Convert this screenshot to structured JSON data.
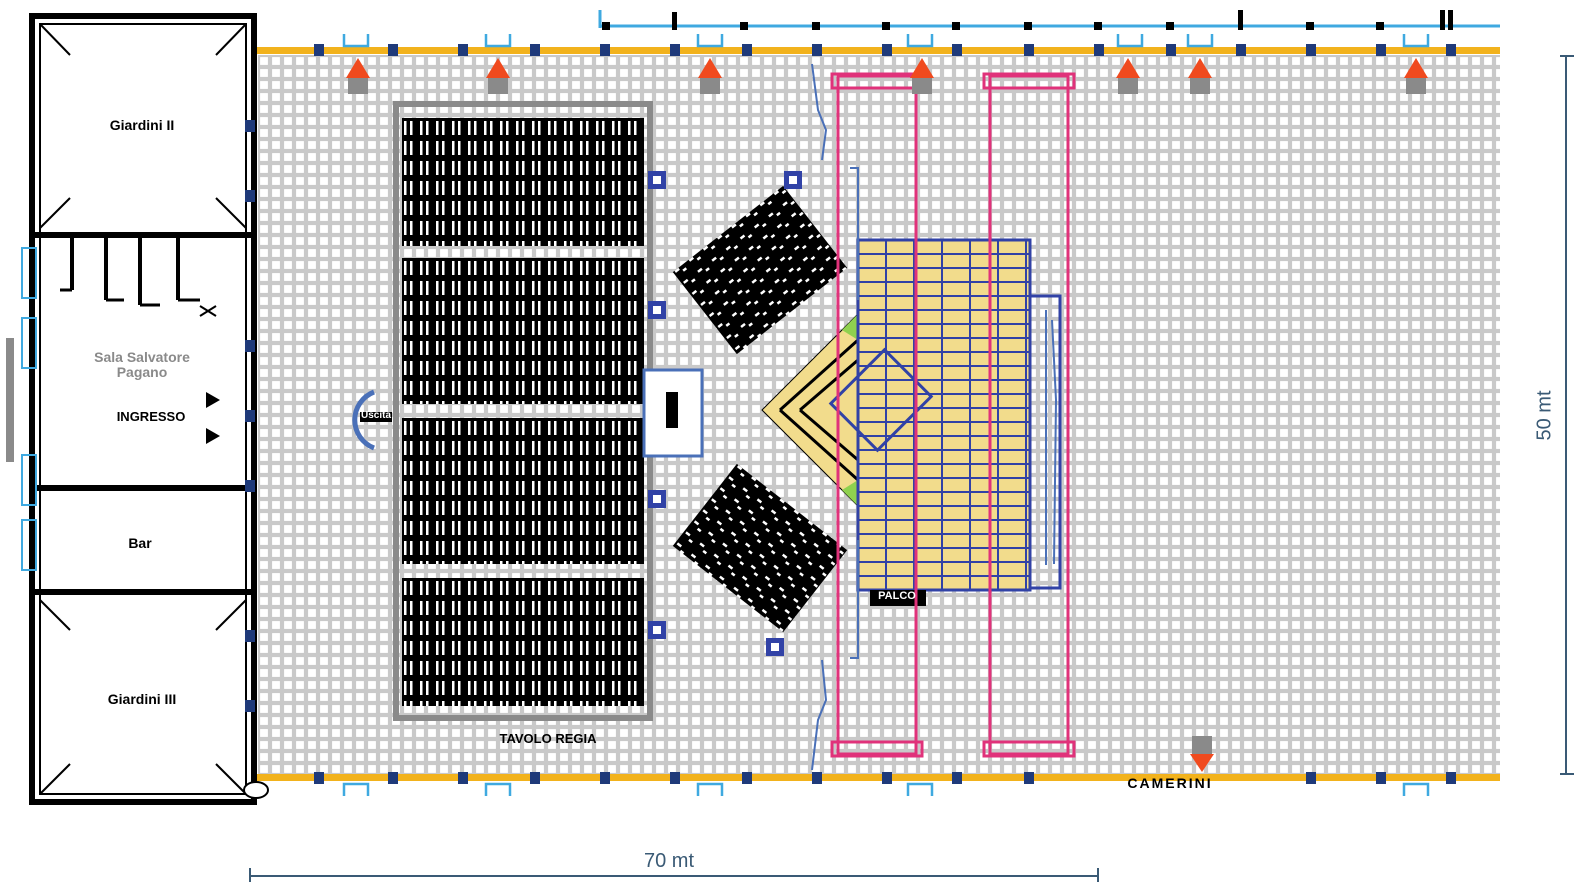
{
  "rooms": {
    "top_left": "Giardini II",
    "hall": "Sala Salvatore Pagano",
    "entrance": "INGRESSO",
    "box": "Bar",
    "bottom_left": "Giardini III"
  },
  "labels": {
    "seating_block": "TAVOLO REGIA",
    "stage_front": "PALCO",
    "wall_bottom": "CAMERINI",
    "door_left": "Uscita"
  },
  "dimensions": {
    "width": "70 mt",
    "height": "50 mt"
  },
  "colors": {
    "wall_yellow": "#f2b21c",
    "truss_pink": "#e0327a",
    "stage_yellow": "#f2dc8c",
    "stage_blue": "#3142a6",
    "speaker_red": "#f04a1e",
    "fixture_blue": "#3fa9e0",
    "outline_blue": "#4a70b8",
    "grid_gray": "#c9c9c9"
  },
  "icons": [
    "speaker-icon",
    "light-fixture-icon",
    "door-icon",
    "speaker-box-icon"
  ]
}
